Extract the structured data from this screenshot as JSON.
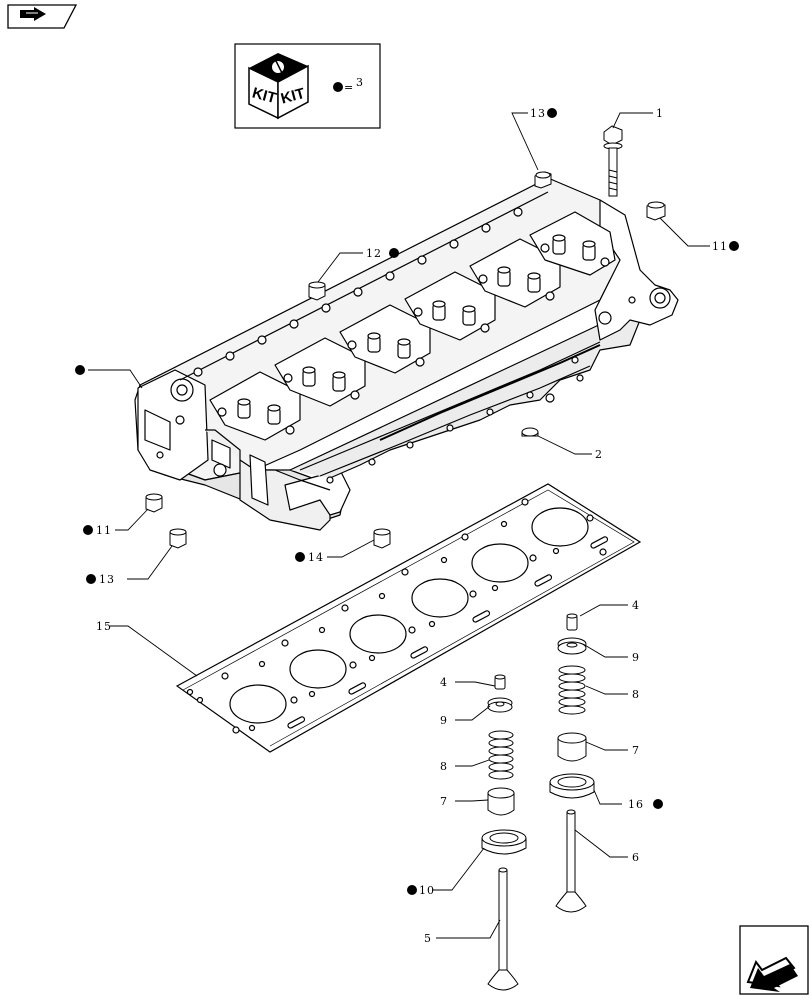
{
  "kit_legend": {
    "kit_left_text": "KIT",
    "kit_right_text": "KIT",
    "equals_text": "=",
    "kit_number": "3"
  },
  "icons": {
    "top_left": "book-arrow-icon",
    "bottom_right": "next-page-arrow-icon"
  },
  "callouts": {
    "c1": "1",
    "c2": "2",
    "c4a": "4",
    "c4b": "4",
    "c5": "5",
    "c6": "6",
    "c7a": "7",
    "c7b": "7",
    "c8a": "8",
    "c8b": "8",
    "c9a": "9",
    "c9b": "9",
    "c10": "10",
    "c11a": "11",
    "c11b": "11",
    "c12": "12",
    "c13a": "13",
    "c13b": "13",
    "c14": "14",
    "c15": "15",
    "c16": "16"
  }
}
